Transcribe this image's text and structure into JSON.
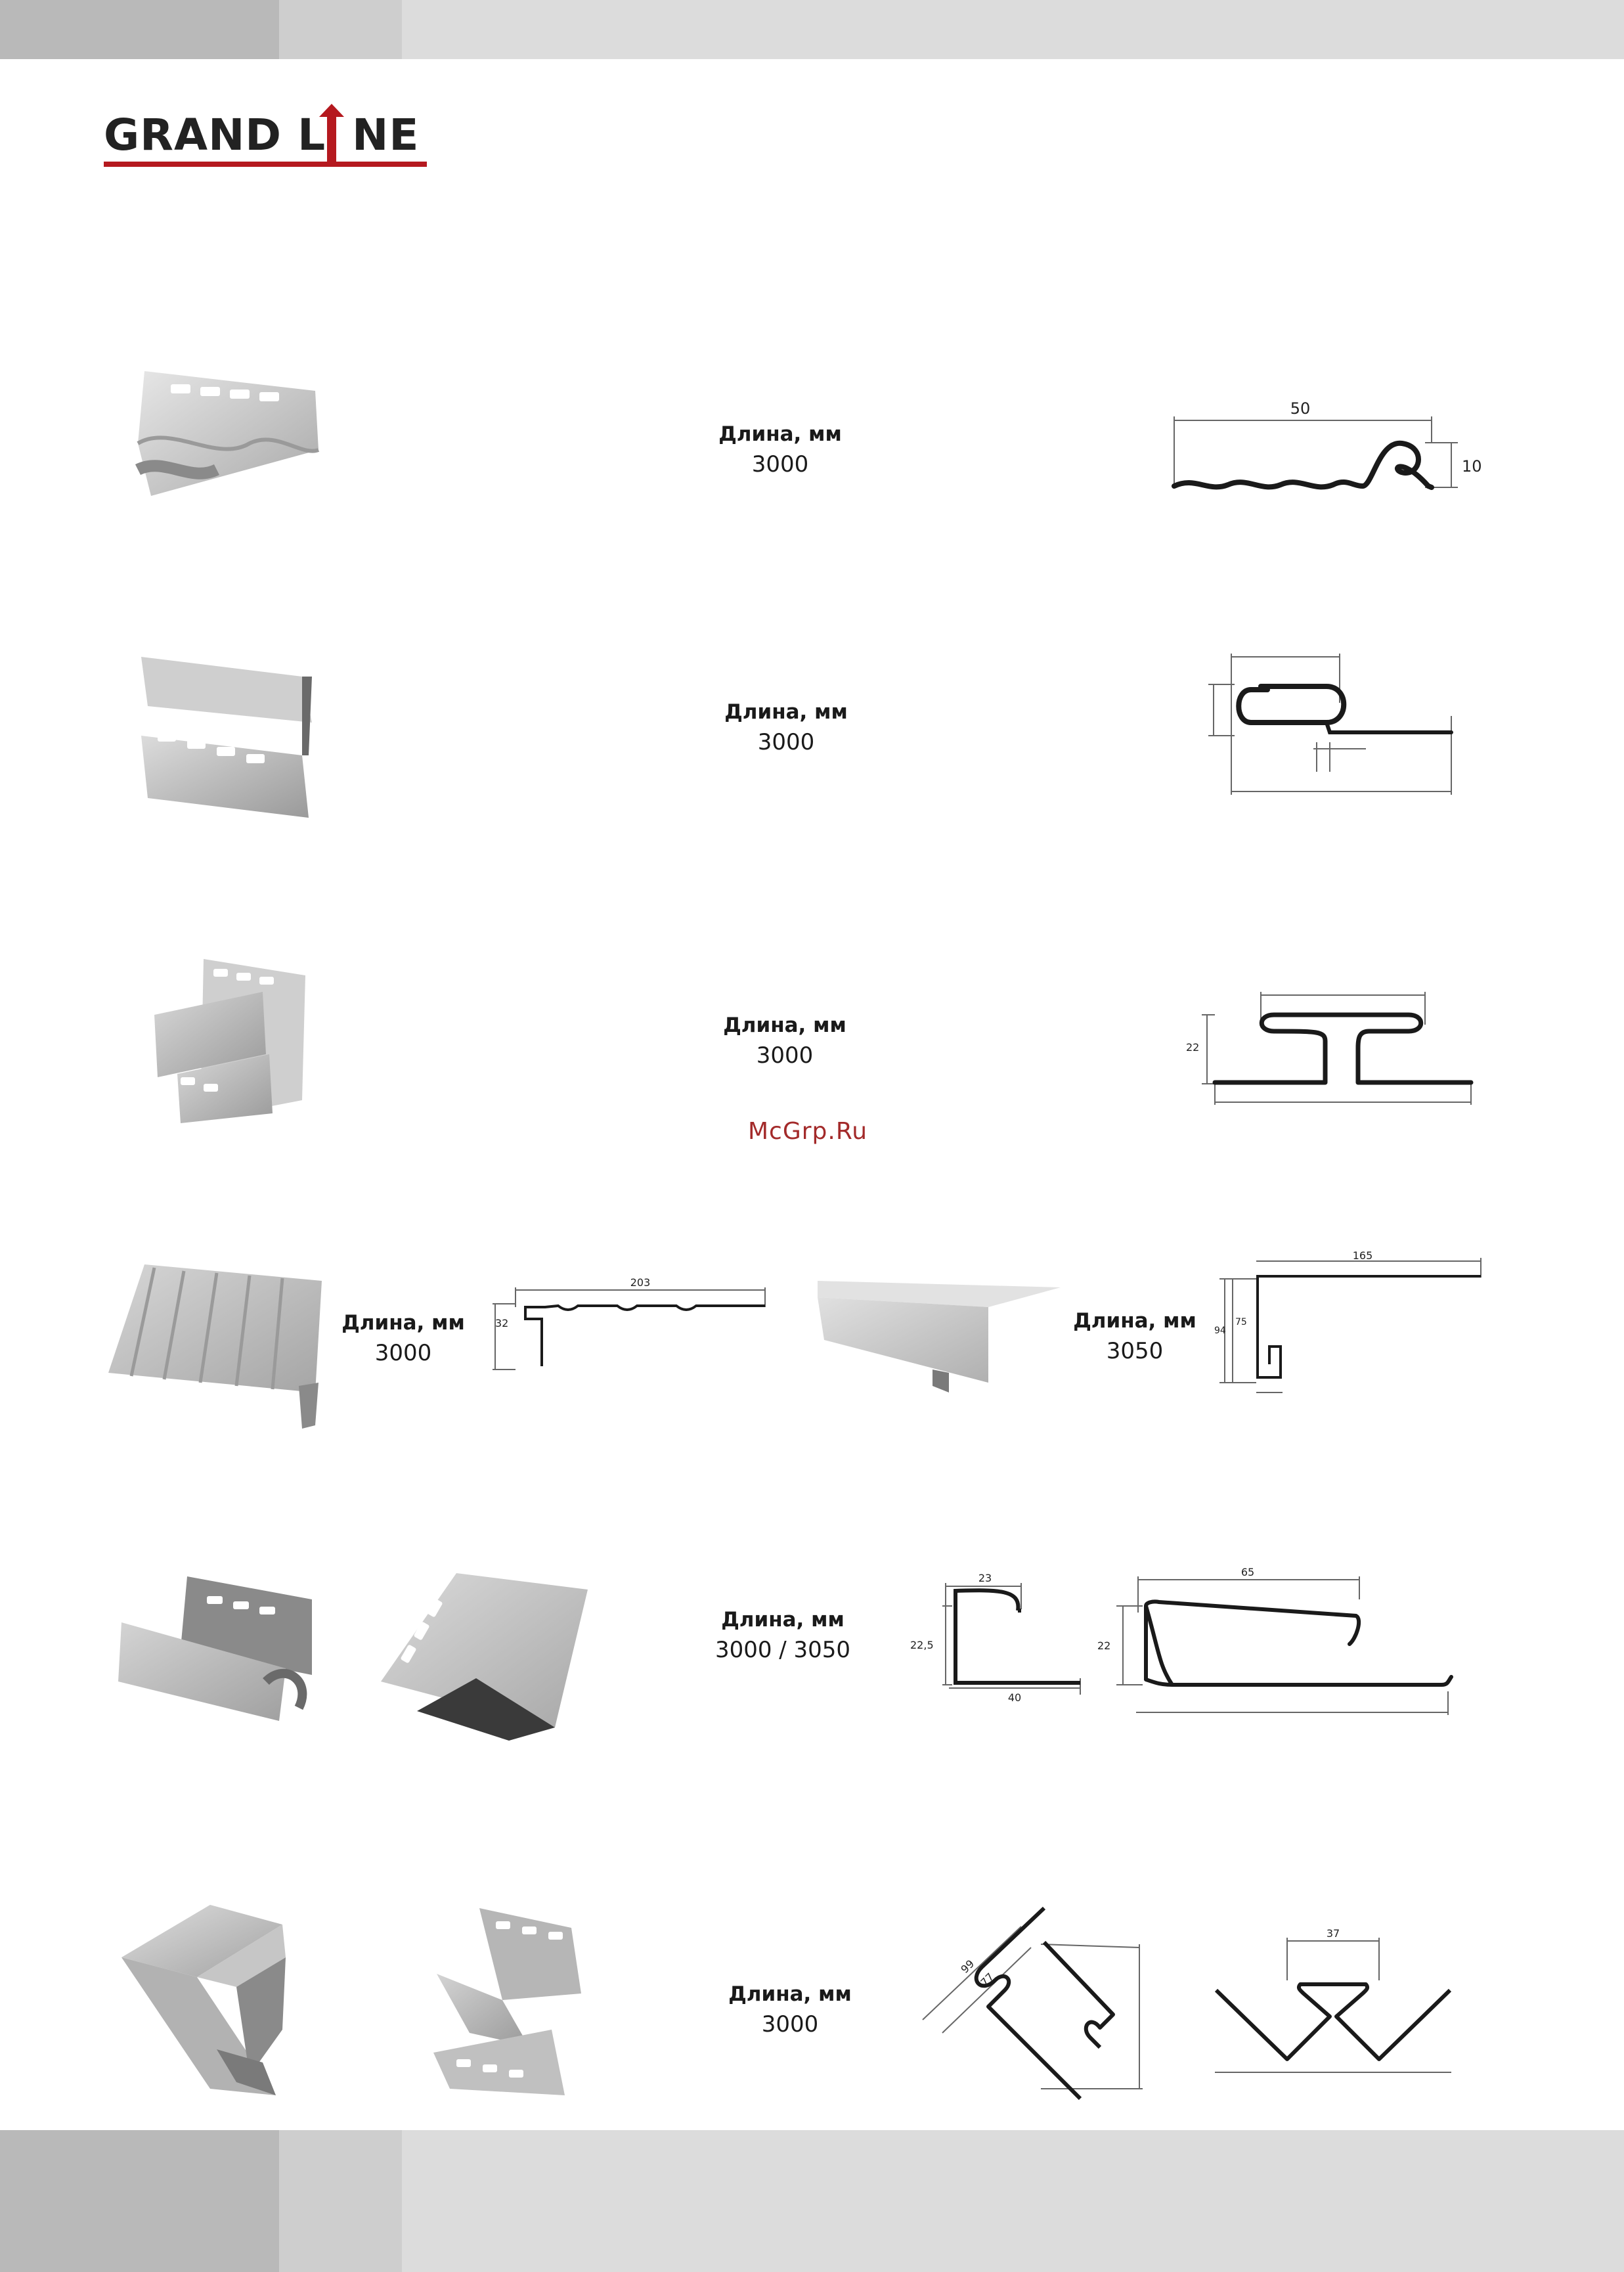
{
  "brand": {
    "name_part1": "GRAND L",
    "name_part2": "NE",
    "colors": {
      "red": "#b5191f",
      "dark": "#222222"
    }
  },
  "layout_colors": {
    "band_dark": "#b9b9b9",
    "band_mid": "#cecece",
    "band_light": "#dcdcdc"
  },
  "watermark": "McGrp.Ru",
  "length_label": "Длина, мм",
  "products": [
    {
      "length": "3000",
      "dims": [
        "50",
        "10"
      ]
    },
    {
      "length": "3000",
      "dims": []
    },
    {
      "length": "3000",
      "dims": [
        "22"
      ]
    },
    {
      "length": "3000",
      "dims": [
        "203",
        "32"
      ]
    },
    {
      "length": "3050",
      "dims": [
        "165",
        "94",
        "75"
      ]
    },
    {
      "length": "3000 / 3050",
      "dims": [
        "23",
        "22,5",
        "40",
        "65",
        "22"
      ]
    },
    {
      "length": "3000",
      "dims": [
        "99",
        "77",
        "37"
      ]
    }
  ]
}
